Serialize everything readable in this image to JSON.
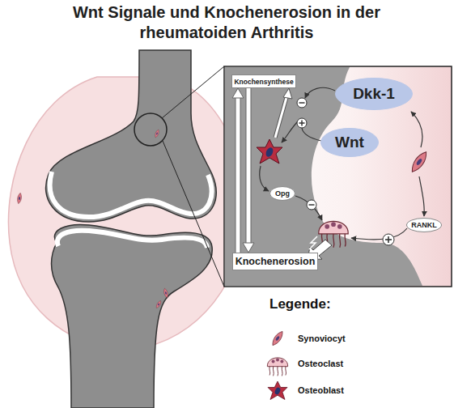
{
  "diagram": {
    "title": "Wnt Signale und Knochenerosion in der rheumatoiden Arthritis",
    "nodes": [
      {
        "text": [
          "Knochensynthese"
        ]
      },
      {
        "text": [
          "Dkk-1"
        ]
      },
      {
        "text": [
          "Wnt"
        ]
      },
      {
        "text": [
          "Opg"
        ]
      },
      {
        "text": [
          "RANKL"
        ]
      },
      {
        "text": [
          "Knochenerosion"
        ]
      }
    ],
    "edges": [
      {
        "from": 5,
        "to": 0,
        "arrow": "to"
      },
      {
        "from": 0,
        "to": 5,
        "arrow": "to"
      }
    ],
    "labels": [
      "Legende:"
    ],
    "legend": [
      {
        "text": "Synoviocyt"
      },
      {
        "text": "Osteoclast"
      },
      {
        "text": "Osteoblast"
      }
    ]
  }
}
